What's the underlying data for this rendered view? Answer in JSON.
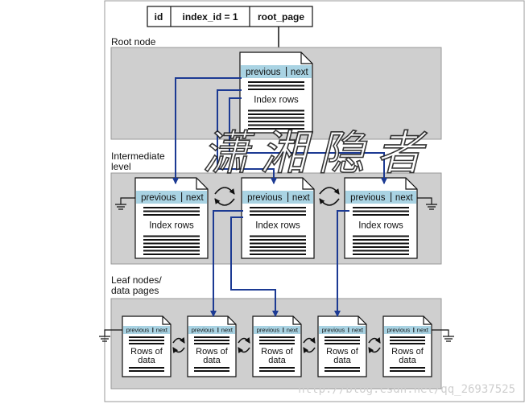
{
  "header_table": {
    "cells": [
      "id",
      "index_id = 1",
      "root_page"
    ]
  },
  "levels": {
    "root": "Root node",
    "intermediate_line1": "Intermediate",
    "intermediate_line2": "level",
    "leaf_line1": "Leaf nodes/",
    "leaf_line2": "data pages"
  },
  "page_labels": {
    "previous": "previous",
    "next": "next",
    "index_rows": "Index rows",
    "rows_of": "Rows of",
    "data": "data"
  },
  "watermark": {
    "text": "潇湘隐者",
    "url": "http://blog.csdn.net/qq_26937525"
  },
  "colors": {
    "band": "#cfcfcf",
    "page_header": "#a9d3e3",
    "arrow_blue": "#1c3a93",
    "line_black": "#111111"
  }
}
